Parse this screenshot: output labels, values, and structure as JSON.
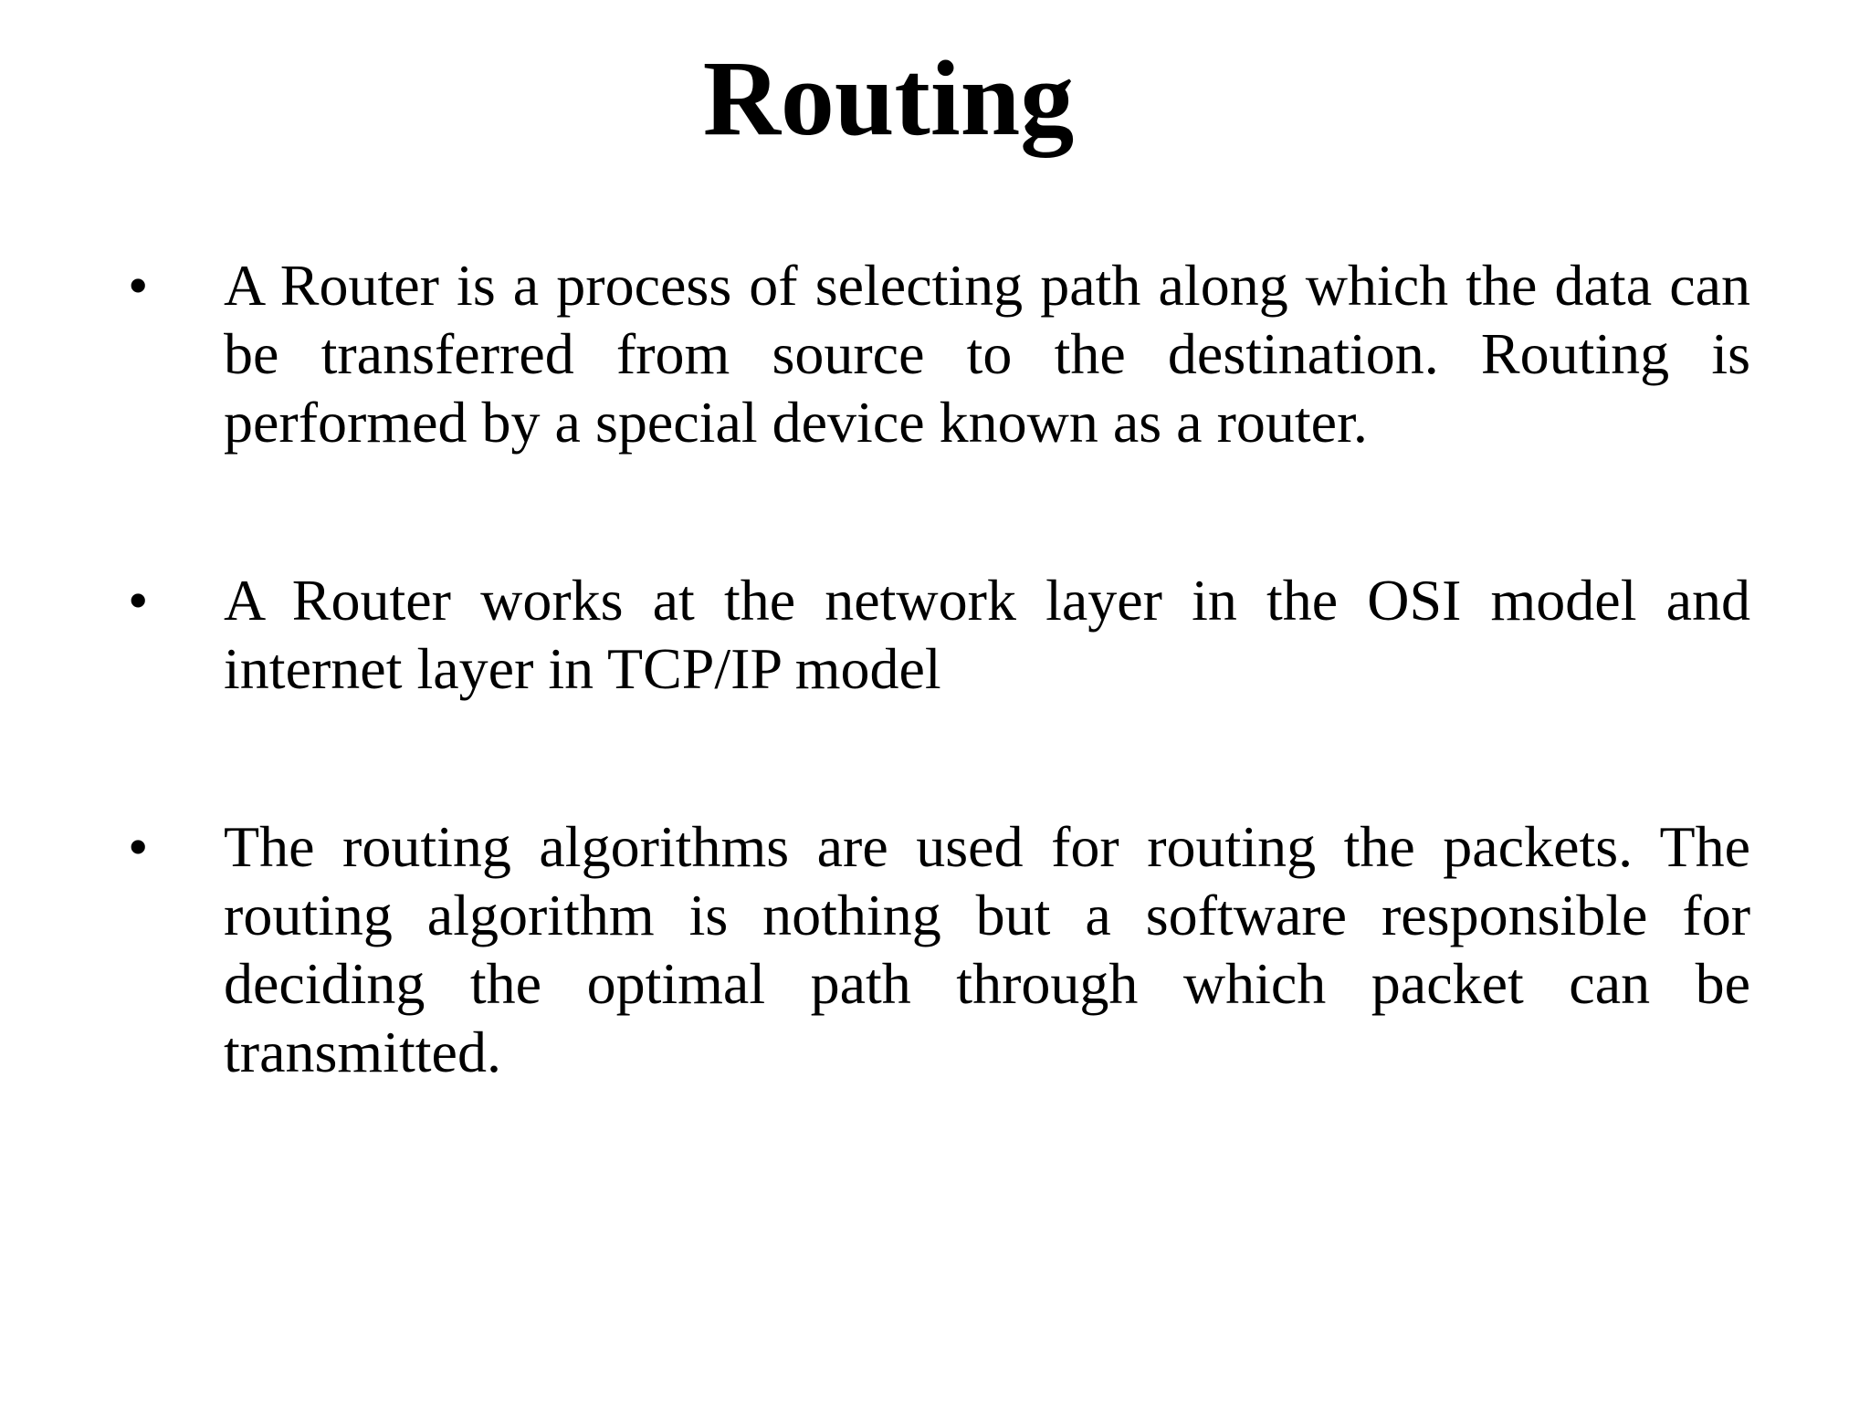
{
  "slide": {
    "title": "Routing",
    "bullets": [
      {
        "marker": "•",
        "text": "A Router is a process of selecting path along which the data can be transferred from source to the destination. Routing is performed by a special device known as a router."
      },
      {
        "marker": "•",
        "text": "A Router works at the network layer in the OSI model and internet layer in TCP/IP model"
      },
      {
        "marker": "•",
        "text": "The routing algorithms are used for routing the packets. The routing algorithm is nothing but a software responsible for deciding the optimal path through which packet can be transmitted."
      }
    ]
  }
}
